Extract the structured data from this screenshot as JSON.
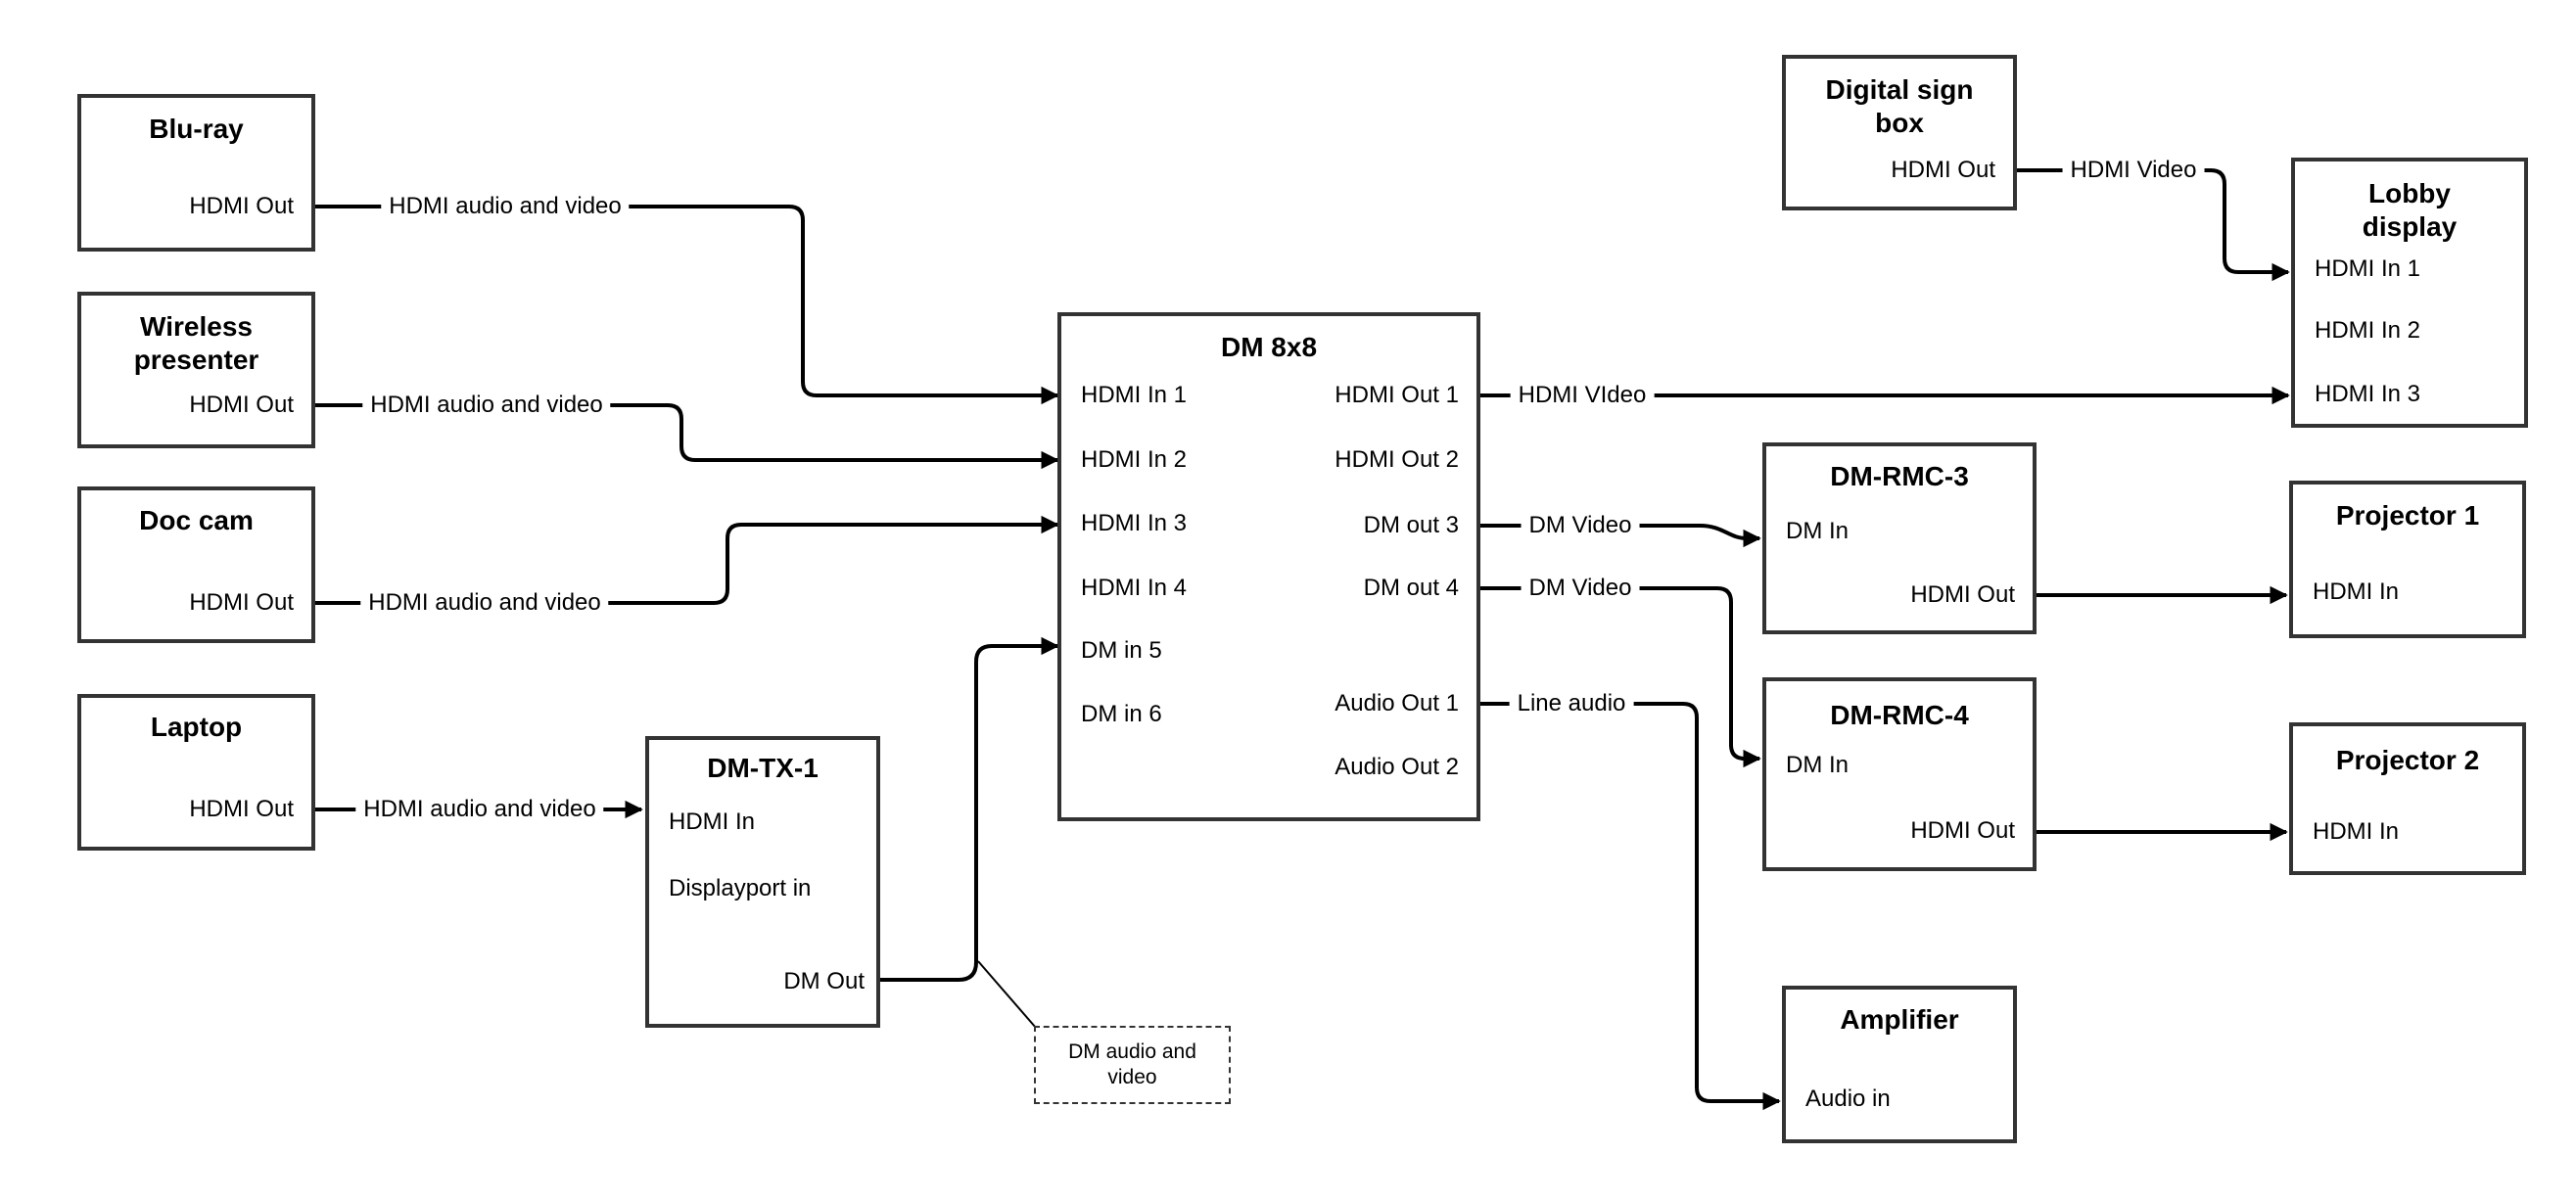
{
  "diagram": {
    "boxes": {
      "bluray": {
        "title": "Blu-ray",
        "port_hdmi_out": "HDMI Out"
      },
      "wireless": {
        "title_line1": "Wireless",
        "title_line2": "presenter",
        "port_hdmi_out": "HDMI Out"
      },
      "doccam": {
        "title": "Doc cam",
        "port_hdmi_out": "HDMI Out"
      },
      "laptop": {
        "title": "Laptop",
        "port_hdmi_out": "HDMI Out"
      },
      "dmtx1": {
        "title": "DM-TX-1",
        "port_hdmi_in": "HDMI In",
        "port_displayport_in": "Displayport in",
        "port_dm_out": "DM Out"
      },
      "dm8x8": {
        "title": "DM 8x8",
        "port_hdmi_in_1": "HDMI In 1",
        "port_hdmi_in_2": "HDMI In 2",
        "port_hdmi_in_3": "HDMI In 3",
        "port_hdmi_in_4": "HDMI In 4",
        "port_dm_in_5": "DM in 5",
        "port_dm_in_6": "DM in 6",
        "port_hdmi_out_1": "HDMI Out 1",
        "port_hdmi_out_2": "HDMI Out 2",
        "port_dm_out_3": "DM out 3",
        "port_dm_out_4": "DM out 4",
        "port_audio_out_1": "Audio Out 1",
        "port_audio_out_2": "Audio Out 2"
      },
      "digital_sign": {
        "title_line1": "Digital sign",
        "title_line2": "box",
        "port_hdmi_out": "HDMI Out"
      },
      "lobby": {
        "title_line1": "Lobby",
        "title_line2": "display",
        "port_hdmi_in_1": "HDMI In 1",
        "port_hdmi_in_2": "HDMI In 2",
        "port_hdmi_in_3": "HDMI In 3"
      },
      "dmrmc3": {
        "title": "DM-RMC-3",
        "port_dm_in": "DM In",
        "port_hdmi_out": "HDMI Out"
      },
      "proj1": {
        "title": "Projector 1",
        "port_hdmi_in": "HDMI In"
      },
      "dmrmc4": {
        "title": "DM-RMC-4",
        "port_dm_in": "DM In",
        "port_hdmi_out": "HDMI Out"
      },
      "proj2": {
        "title": "Projector 2",
        "port_hdmi_in": "HDMI In"
      },
      "amplifier": {
        "title": "Amplifier",
        "port_audio_in": "Audio in"
      }
    },
    "link_labels": {
      "bluray_to_dm8x8": "HDMI audio and video",
      "wireless_to_dm8x8": "HDMI audio and video",
      "doccam_to_dm8x8": "HDMI audio and video",
      "laptop_to_dmtx1": "HDMI audio and video",
      "hdmi_out_1_to_lobby": "HDMI VIdeo",
      "dm_out_3_to_dmrmc3": "DM Video",
      "dm_out_4_to_dmrmc4": "DM Video",
      "audio_out_1_to_amplifier": "Line audio",
      "digital_sign_to_lobby": "HDMI Video"
    },
    "annotation": {
      "line1": "DM audio and",
      "line2": "video"
    },
    "colors": {
      "background": "#ffffff",
      "box_border": "#333333",
      "line": "#000000",
      "text": "#000000"
    }
  }
}
